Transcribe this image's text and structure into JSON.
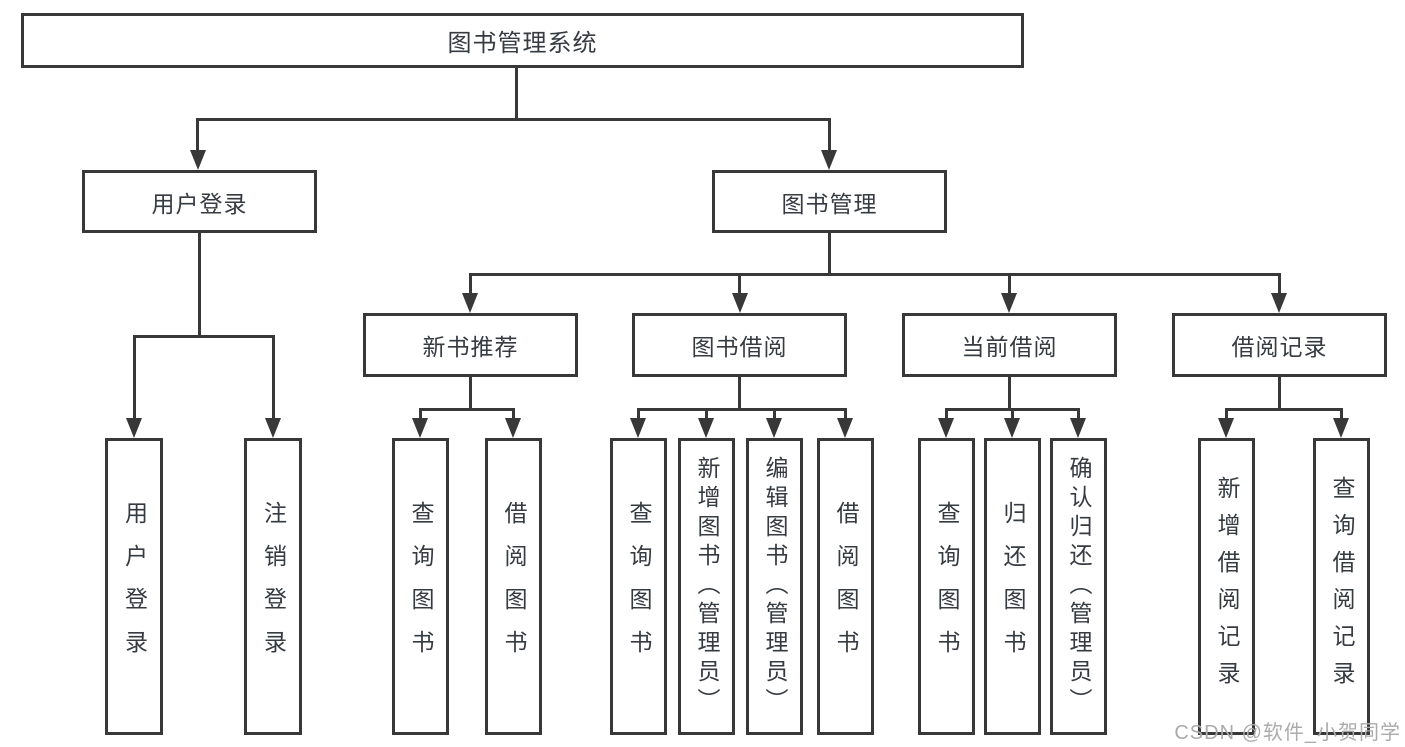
{
  "colors": {
    "line": "#383838",
    "text": "#363b42",
    "watermark": "#ababab",
    "background": "#ffffff"
  },
  "tree": {
    "root": "图书管理系统",
    "branches": [
      {
        "label": "用户登录",
        "leaves": [
          {
            "label": "用户登录"
          },
          {
            "label": "注销登录"
          }
        ]
      },
      {
        "label": "图书管理",
        "groups": [
          {
            "label": "新书推荐",
            "leaves": [
              {
                "label": "查询图书"
              },
              {
                "label": "借阅图书"
              }
            ]
          },
          {
            "label": "图书借阅",
            "leaves": [
              {
                "label": "查询图书"
              },
              {
                "label": "新增图书（管理员）"
              },
              {
                "label": "编辑图书（管理员）"
              },
              {
                "label": "借阅图书"
              }
            ]
          },
          {
            "label": "当前借阅",
            "leaves": [
              {
                "label": "查询图书"
              },
              {
                "label": "归还图书"
              },
              {
                "label": "确认归还（管理员）"
              }
            ]
          },
          {
            "label": "借阅记录",
            "leaves": [
              {
                "label": "新增借阅记录"
              },
              {
                "label": "查询借阅记录"
              }
            ]
          }
        ]
      }
    ]
  },
  "watermark": {
    "text": "CSDN @软件_小贺同学"
  }
}
